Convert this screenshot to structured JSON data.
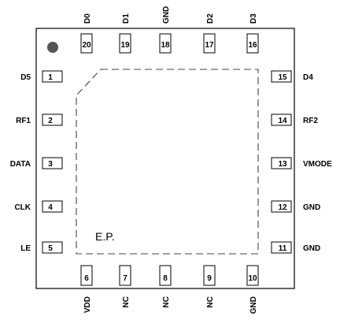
{
  "package": {
    "exposed_pad_label": "E.P.",
    "pin1_marker_color": "#555555",
    "pins_left": [
      {
        "number": "1",
        "name": "D5"
      },
      {
        "number": "2",
        "name": "RF1"
      },
      {
        "number": "3",
        "name": "DATA"
      },
      {
        "number": "4",
        "name": "CLK"
      },
      {
        "number": "5",
        "name": "LE"
      }
    ],
    "pins_bottom": [
      {
        "number": "6",
        "name": "VDD"
      },
      {
        "number": "7",
        "name": "NC"
      },
      {
        "number": "8",
        "name": "NC"
      },
      {
        "number": "9",
        "name": "NC"
      },
      {
        "number": "10",
        "name": "GND"
      }
    ],
    "pins_right": [
      {
        "number": "15",
        "name": "D4"
      },
      {
        "number": "14",
        "name": "RF2"
      },
      {
        "number": "13",
        "name": "VMODE"
      },
      {
        "number": "12",
        "name": "GND"
      },
      {
        "number": "11",
        "name": "GND"
      }
    ],
    "pins_top": [
      {
        "number": "20",
        "name": "D0"
      },
      {
        "number": "19",
        "name": "D1"
      },
      {
        "number": "18",
        "name": "GND"
      },
      {
        "number": "17",
        "name": "D2"
      },
      {
        "number": "16",
        "name": "D3"
      }
    ]
  }
}
